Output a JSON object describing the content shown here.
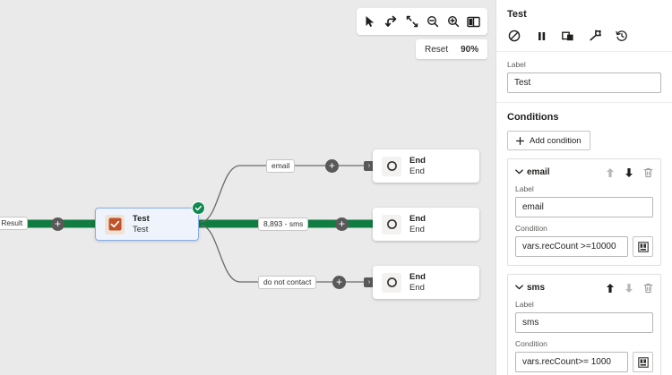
{
  "canvas": {
    "background_color": "#eaeaea",
    "toolbar": {
      "buttons": [
        {
          "name": "select-tool",
          "icon": "cursor-icon",
          "label": "Select"
        },
        {
          "name": "branch-tool",
          "icon": "branch-arrow-icon",
          "label": "Branch"
        },
        {
          "name": "fit-tool",
          "icon": "fit-to-screen-icon",
          "label": "Fit to screen"
        },
        {
          "name": "zoom-out-tool",
          "icon": "zoom-out-icon",
          "label": "Zoom out"
        },
        {
          "name": "zoom-in-tool",
          "icon": "zoom-in-icon",
          "label": "Zoom in"
        },
        {
          "name": "minimap-tool",
          "icon": "map-icon",
          "label": "Mini map"
        }
      ]
    },
    "zoom_control": {
      "reset_label": "Reset",
      "zoom_level": "90%"
    },
    "nodes": [
      {
        "id": "test",
        "title": "Test",
        "subtitle": "Test",
        "icon": "checkbox-checked-icon",
        "selected": true,
        "status_badge": "check-circle-icon",
        "badge_color": "#0e8a4f"
      },
      {
        "id": "end1",
        "title": "End",
        "subtitle": "End",
        "icon": "end-circle-icon"
      },
      {
        "id": "end2",
        "title": "End",
        "subtitle": "End",
        "icon": "end-circle-icon"
      },
      {
        "id": "end3",
        "title": "End",
        "subtitle": "End",
        "icon": "end-circle-icon"
      }
    ],
    "edge_labels": {
      "incoming": "- Result",
      "branch_email": "email",
      "branch_sms": "8,893 - sms",
      "branch_dnc": "do not contact"
    },
    "add_buttons": {
      "label": "+",
      "incoming": "+",
      "email": "+",
      "sms": "+",
      "dnc": "+"
    },
    "arrow_chip": "›",
    "highlight_color": "#107C41"
  },
  "panel": {
    "title": "Test",
    "actions": [
      {
        "name": "disable-button",
        "icon": "block-icon",
        "label": "Disable"
      },
      {
        "name": "pause-button",
        "icon": "pause-icon",
        "label": "Pause"
      },
      {
        "name": "duplicate-button",
        "icon": "duplicate-icon",
        "label": "Duplicate"
      },
      {
        "name": "settings-button",
        "icon": "gear-icon",
        "label": "Settings"
      },
      {
        "name": "history-button",
        "icon": "history-clock-icon",
        "label": "History"
      }
    ],
    "label_field": {
      "label": "Label",
      "value": "Test"
    },
    "conditions_section": {
      "heading": "Conditions",
      "add_button": "Add condition",
      "add_icon": "plus-icon",
      "items": [
        {
          "name": "email",
          "expanded": true,
          "chevron": "⌄",
          "move_up_icon": "arrow-up-icon",
          "move_down_icon": "arrow-down-icon",
          "delete_icon": "trash-icon",
          "move_up_enabled": false,
          "move_down_enabled": true,
          "label_caption": "Label",
          "label_value": "email",
          "condition_caption": "Condition",
          "condition_value": "vars.recCount >=10000",
          "picker_icon": "expression-picker-icon"
        },
        {
          "name": "sms",
          "expanded": true,
          "chevron": "⌄",
          "move_up_icon": "arrow-up-icon",
          "move_down_icon": "arrow-down-icon",
          "delete_icon": "trash-icon",
          "move_up_enabled": true,
          "move_down_enabled": false,
          "label_caption": "Label",
          "label_value": "sms",
          "condition_caption": "Condition",
          "condition_value": "vars.recCount>= 1000",
          "picker_icon": "expression-picker-icon"
        }
      ]
    }
  }
}
